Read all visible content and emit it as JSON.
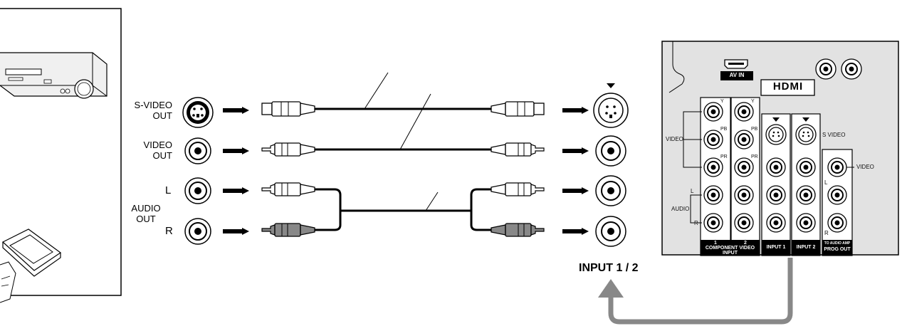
{
  "left_device": {
    "svideo_out": [
      "S-VIDEO",
      "OUT"
    ],
    "video_out": [
      "VIDEO",
      "OUT"
    ],
    "audio_left": "L",
    "audio_out": [
      "AUDIO",
      "OUT"
    ],
    "audio_right": "R"
  },
  "destination_label": "INPUT 1 / 2",
  "panel": {
    "av_in": "AV IN",
    "hdmi_logo": "HDMI",
    "svideo": "S VIDEO",
    "video_left": "VIDEO",
    "video_right": "VIDEO",
    "audio": "AUDIO",
    "audio_l": "L",
    "audio_r": "R",
    "out_l": "L",
    "out_r": "R",
    "y": "Y",
    "pb": "PB",
    "pr": "PR",
    "component_nums": [
      "1",
      "2"
    ],
    "component_label": [
      "COMPONENT VIDEO",
      "INPUT"
    ],
    "input1": "INPUT 1",
    "input2": "INPUT 2",
    "to_audio_amp": "TO AUDIO AMP",
    "prog_out": "PROG OUT"
  }
}
